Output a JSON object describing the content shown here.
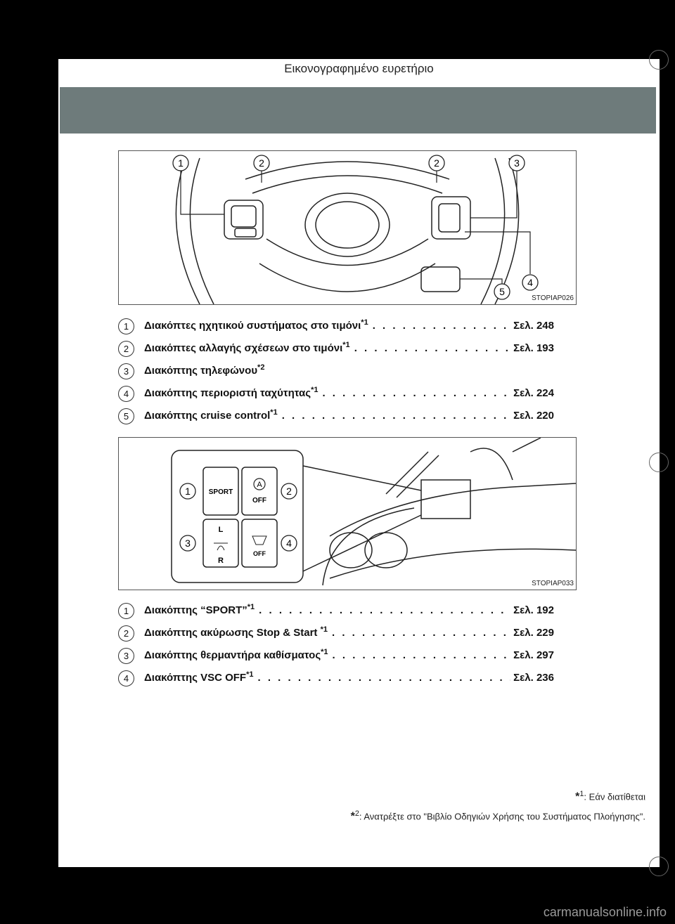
{
  "header": {
    "section_title": "Εικονογραφημένο ευρετήριο"
  },
  "figures": {
    "steering_code": "STOPIAP026",
    "console_code": "STOPIAP033",
    "console_labels": {
      "sport": "SPORT",
      "a": "A",
      "off": "OFF",
      "l": "L",
      "r": "R"
    }
  },
  "steering_list": [
    {
      "num": "1",
      "label": "Διακόπτες ηχητικού συστήματος στο τιμόνι",
      "sup": "*1",
      "page": "Σελ. 248"
    },
    {
      "num": "2",
      "label": "Διακόπτες αλλαγής σχέσεων στο τιμόνι",
      "sup": "*1",
      "page": "Σελ. 193"
    },
    {
      "num": "3",
      "label": "Διακόπτης τηλεφώνου",
      "sup": "*2",
      "page": ""
    },
    {
      "num": "4",
      "label": "Διακόπτης περιοριστή ταχύτητας",
      "sup": "*1",
      "page": "Σελ. 224"
    },
    {
      "num": "5",
      "label": "Διακόπτης cruise control",
      "sup": "*1",
      "page": "Σελ. 220"
    }
  ],
  "console_list": [
    {
      "num": "1",
      "label": "Διακόπτης “SPORT”",
      "sup": "*1",
      "page": "Σελ. 192"
    },
    {
      "num": "2",
      "label": "Διακόπτης ακύρωσης Stop & Start ",
      "sup": "*1",
      "page": "Σελ. 229"
    },
    {
      "num": "3",
      "label": "Διακόπτης θερμαντήρα καθίσματος",
      "sup": "*1",
      "page": "Σελ. 297"
    },
    {
      "num": "4",
      "label": "Διακόπτης VSC OFF",
      "sup": "*1",
      "page": "Σελ. 236"
    }
  ],
  "footnotes": {
    "note1_mark": "*",
    "note1_sup": "1",
    "note1_text": ": Εάν διατίθεται",
    "note2_mark": "*",
    "note2_sup": "2",
    "note2_text": ": Ανατρέξτε στο \"Βιβλίο Οδηγιών Χρήσης του Συστήματος Πλοήγησης\"."
  },
  "watermark": "carmanualsonline.info"
}
